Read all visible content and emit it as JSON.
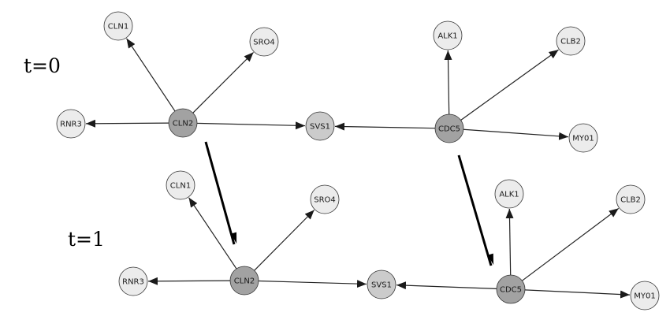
{
  "time_labels": [
    {
      "id": "t0",
      "text": "t=0"
    },
    {
      "id": "t1",
      "text": "t=1"
    }
  ],
  "colors": {
    "hub_fill": "#a2a2a2",
    "mid_fill": "#cbcbcb",
    "leaf_fill": "#ececec",
    "node_stroke": "#333333",
    "edge": "#222222",
    "transition_edge": "#000000"
  },
  "networks": [
    {
      "time": "t0",
      "nodes": [
        {
          "id": "t0-CLN1",
          "label": "CLN1",
          "role": "leaf"
        },
        {
          "id": "t0-SRO4",
          "label": "SRO4",
          "role": "leaf"
        },
        {
          "id": "t0-RNR3",
          "label": "RNR3",
          "role": "leaf"
        },
        {
          "id": "t0-CLN2",
          "label": "CLN2",
          "role": "hub"
        },
        {
          "id": "t0-SVS1",
          "label": "SVS1",
          "role": "mid"
        },
        {
          "id": "t0-CDC5",
          "label": "CDC5",
          "role": "hub"
        },
        {
          "id": "t0-ALK1",
          "label": "ALK1",
          "role": "leaf"
        },
        {
          "id": "t0-CLB2",
          "label": "CLB2",
          "role": "leaf"
        },
        {
          "id": "t0-MY01",
          "label": "MY01",
          "role": "leaf"
        }
      ],
      "edges": [
        {
          "from": "t0-CLN2",
          "to": "t0-CLN1"
        },
        {
          "from": "t0-CLN2",
          "to": "t0-SRO4"
        },
        {
          "from": "t0-CLN2",
          "to": "t0-RNR3"
        },
        {
          "from": "t0-CLN2",
          "to": "t0-SVS1"
        },
        {
          "from": "t0-CDC5",
          "to": "t0-SVS1"
        },
        {
          "from": "t0-CDC5",
          "to": "t0-ALK1"
        },
        {
          "from": "t0-CDC5",
          "to": "t0-CLB2"
        },
        {
          "from": "t0-CDC5",
          "to": "t0-MY01"
        }
      ]
    },
    {
      "time": "t1",
      "nodes": [
        {
          "id": "t1-CLN1",
          "label": "CLN1",
          "role": "leaf"
        },
        {
          "id": "t1-SRO4",
          "label": "SRO4",
          "role": "leaf"
        },
        {
          "id": "t1-RNR3",
          "label": "RNR3",
          "role": "leaf"
        },
        {
          "id": "t1-CLN2",
          "label": "CLN2",
          "role": "hub"
        },
        {
          "id": "t1-SVS1",
          "label": "SVS1",
          "role": "mid"
        },
        {
          "id": "t1-CDC5",
          "label": "CDC5",
          "role": "hub"
        },
        {
          "id": "t1-ALK1",
          "label": "ALK1",
          "role": "leaf"
        },
        {
          "id": "t1-CLB2",
          "label": "CLB2",
          "role": "leaf"
        },
        {
          "id": "t1-MY01",
          "label": "MY01",
          "role": "leaf"
        }
      ],
      "edges": [
        {
          "from": "t1-CLN2",
          "to": "t1-CLN1"
        },
        {
          "from": "t1-CLN2",
          "to": "t1-SRO4"
        },
        {
          "from": "t1-CLN2",
          "to": "t1-RNR3"
        },
        {
          "from": "t1-CLN2",
          "to": "t1-SVS1"
        },
        {
          "from": "t1-CDC5",
          "to": "t1-SVS1"
        },
        {
          "from": "t1-CDC5",
          "to": "t1-ALK1"
        },
        {
          "from": "t1-CDC5",
          "to": "t1-CLB2"
        },
        {
          "from": "t1-CDC5",
          "to": "t1-MY01"
        }
      ]
    }
  ],
  "transitions": [
    {
      "from": "t0-CLN2",
      "to": "t1-CLN2"
    },
    {
      "from": "t0-CDC5",
      "to": "t1-CDC5"
    }
  ]
}
